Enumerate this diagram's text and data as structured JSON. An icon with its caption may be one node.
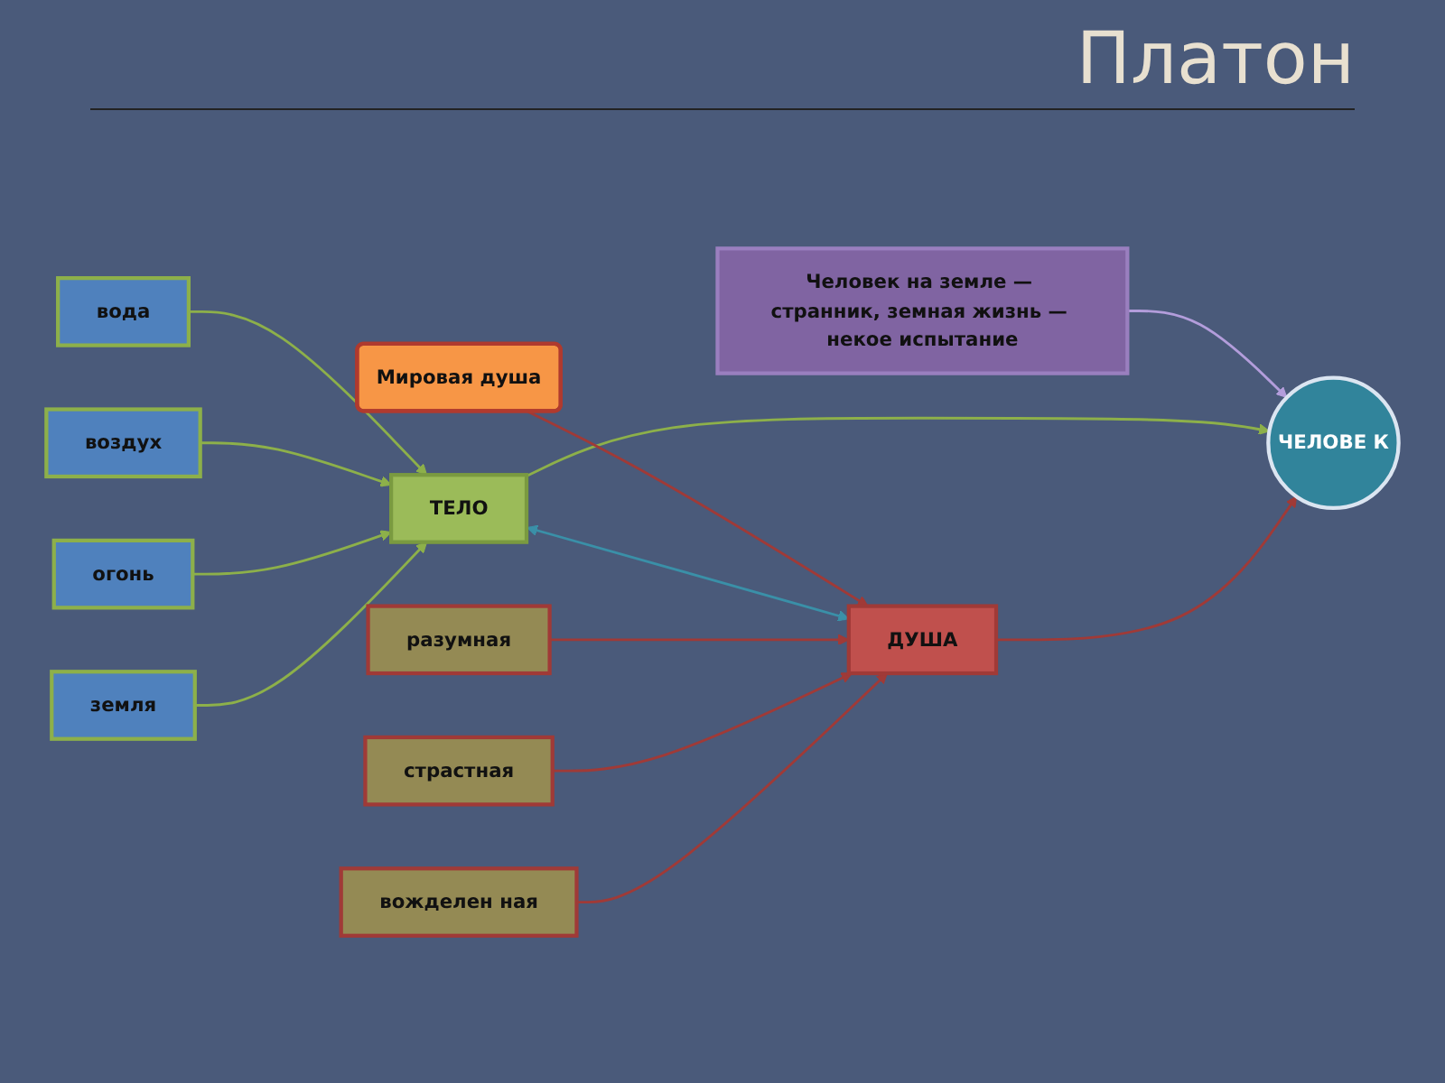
{
  "diagram": {
    "title": "Платон",
    "nodes": [
      {
        "text": [
          "Человек на земле — странник, земная жизнь — некое испытание"
        ]
      },
      {
        "text": [
          "ЧЕЛОВЕ К"
        ]
      },
      {
        "text": [
          "Мировая душа"
        ]
      },
      {
        "text": [
          "вода"
        ]
      },
      {
        "text": [
          "воздух"
        ]
      },
      {
        "text": [
          "огонь"
        ]
      },
      {
        "text": [
          "земля"
        ]
      },
      {
        "text": [
          "ТЕЛО"
        ]
      },
      {
        "text": [
          "ДУША"
        ]
      },
      {
        "text": [
          "разумная"
        ]
      },
      {
        "text": [
          "страстная"
        ]
      },
      {
        "text": [
          "вожделен ная"
        ]
      }
    ],
    "edges": [
      {
        "from": 0,
        "to": 1,
        "arrow": "to",
        "color": "#b39ddb"
      },
      {
        "from": 3,
        "to": 7,
        "arrow": "to",
        "color": "#8db04a"
      },
      {
        "from": 4,
        "to": 7,
        "arrow": "to",
        "color": "#8db04a"
      },
      {
        "from": 5,
        "to": 7,
        "arrow": "to",
        "color": "#8db04a"
      },
      {
        "from": 6,
        "to": 7,
        "arrow": "to",
        "color": "#8db04a"
      },
      {
        "from": 7,
        "to": 1,
        "arrow": "to",
        "color": "#8db04a"
      },
      {
        "from": 8,
        "to": 1,
        "arrow": "to",
        "color": "#a03a37"
      },
      {
        "from": 2,
        "to": 8,
        "arrow": "to",
        "color": "#a03a37"
      },
      {
        "from": 7,
        "to": 8,
        "arrow": "both",
        "color": "#3a90a8"
      },
      {
        "from": 9,
        "to": 8,
        "arrow": "to",
        "color": "#a03a37"
      },
      {
        "from": 10,
        "to": 8,
        "arrow": "to",
        "color": "#a03a37"
      },
      {
        "from": 11,
        "to": 8,
        "arrow": "to",
        "color": "#a03a37"
      }
    ]
  }
}
